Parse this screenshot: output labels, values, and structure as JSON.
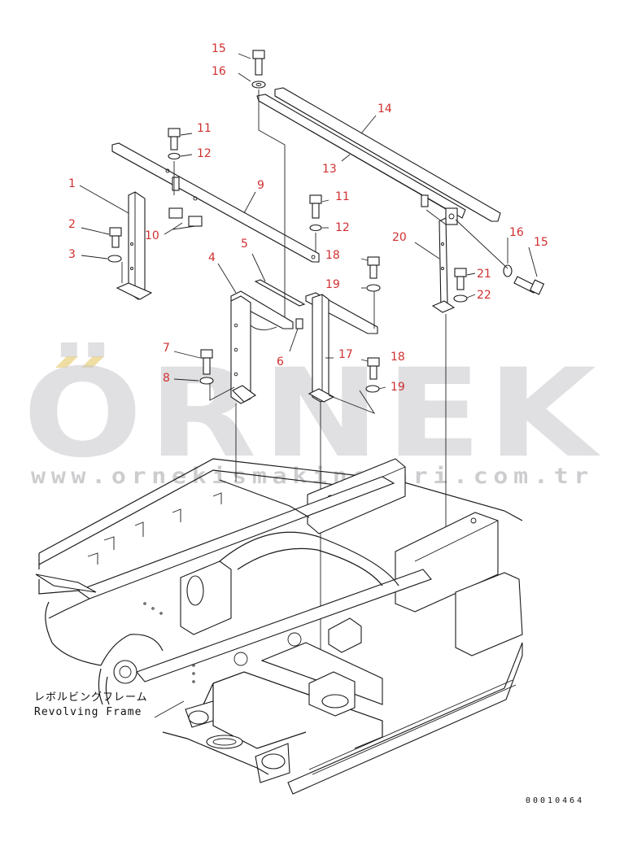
{
  "callouts": [
    {
      "id": "c15a",
      "text": "15"
    },
    {
      "id": "c16a",
      "text": "16"
    },
    {
      "id": "c14",
      "text": "14"
    },
    {
      "id": "c13",
      "text": "13"
    },
    {
      "id": "c11a",
      "text": "11"
    },
    {
      "id": "c12a",
      "text": "12"
    },
    {
      "id": "c1",
      "text": "1"
    },
    {
      "id": "c9",
      "text": "9"
    },
    {
      "id": "c11b",
      "text": "11"
    },
    {
      "id": "c12b",
      "text": "12"
    },
    {
      "id": "c2",
      "text": "2"
    },
    {
      "id": "c10",
      "text": "10"
    },
    {
      "id": "c3",
      "text": "3"
    },
    {
      "id": "c20",
      "text": "20"
    },
    {
      "id": "c16b",
      "text": "16"
    },
    {
      "id": "c15b",
      "text": "15"
    },
    {
      "id": "c5",
      "text": "5"
    },
    {
      "id": "c4",
      "text": "4"
    },
    {
      "id": "c18a",
      "text": "18"
    },
    {
      "id": "c21",
      "text": "21"
    },
    {
      "id": "c19a",
      "text": "19"
    },
    {
      "id": "c22",
      "text": "22"
    },
    {
      "id": "c7",
      "text": "7"
    },
    {
      "id": "c6",
      "text": "6"
    },
    {
      "id": "c17",
      "text": "17"
    },
    {
      "id": "c18b",
      "text": "18"
    },
    {
      "id": "c8",
      "text": "8"
    },
    {
      "id": "c19b",
      "text": "19"
    }
  ],
  "watermark": {
    "brand": "ÖRNEK",
    "url": "www.ornekismakinelari.com.tr",
    "color": "#c8c8cc"
  },
  "frame_label": {
    "japanese": "レボルビングフレーム",
    "english": "Revolving Frame"
  },
  "drawing_number": "00010464",
  "colors": {
    "callout": "#d03030",
    "linework": "#1a1a1a"
  }
}
